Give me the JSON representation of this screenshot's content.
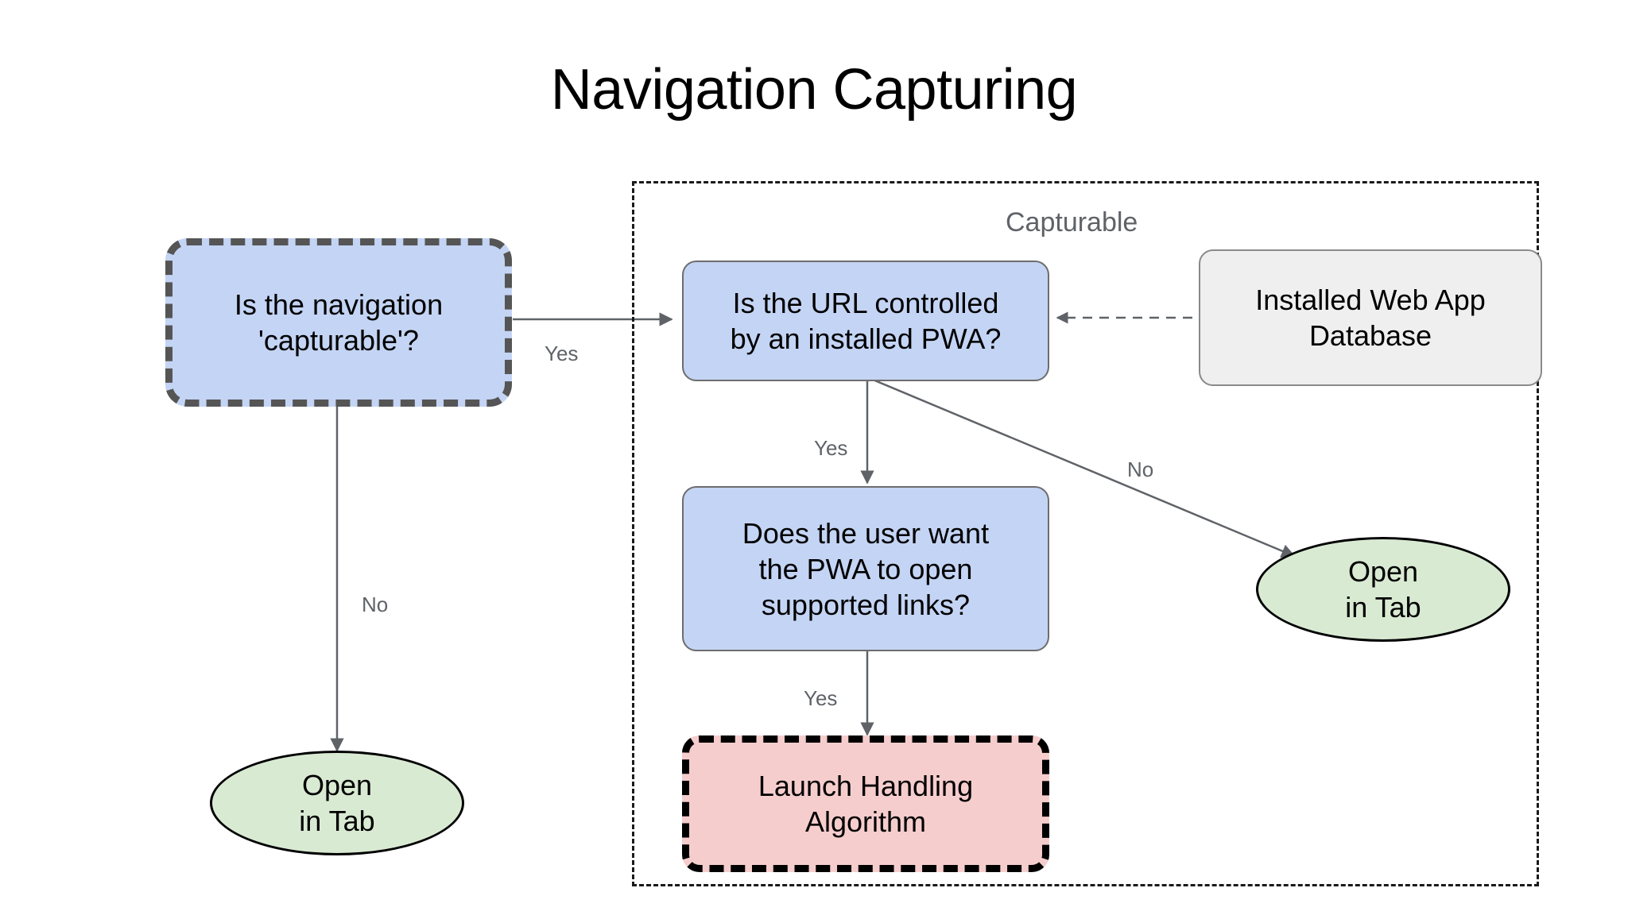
{
  "title": "Navigation Capturing",
  "group": {
    "label": "Capturable"
  },
  "nodes": {
    "is_capturable": {
      "label": "Is the navigation\n'capturable'?"
    },
    "is_url_controlled": {
      "label": "Is the URL controlled\nby an installed PWA?"
    },
    "installed_db": {
      "label": "Installed Web App\nDatabase"
    },
    "user_wants_pwa": {
      "label": "Does the user want\nthe PWA to open\nsupported links?"
    },
    "launch_handling": {
      "label": "Launch Handling\nAlgorithm"
    },
    "open_in_tab_left": {
      "label": "Open\nin Tab"
    },
    "open_in_tab_right": {
      "label": "Open\nin Tab"
    }
  },
  "edge_labels": {
    "capturable_yes": "Yes",
    "capturable_no": "No",
    "url_yes": "Yes",
    "url_no": "No",
    "user_yes": "Yes"
  },
  "colors": {
    "blue_fill": "#c4d4f4",
    "gray_fill": "#efefef",
    "green_fill": "#d9ead3",
    "pink_fill": "#f6cdcd",
    "edge_stroke": "#5f6368",
    "dashed_border_dark": "#555555",
    "dashed_border_black": "#000000",
    "label_text": "#5f6368"
  }
}
